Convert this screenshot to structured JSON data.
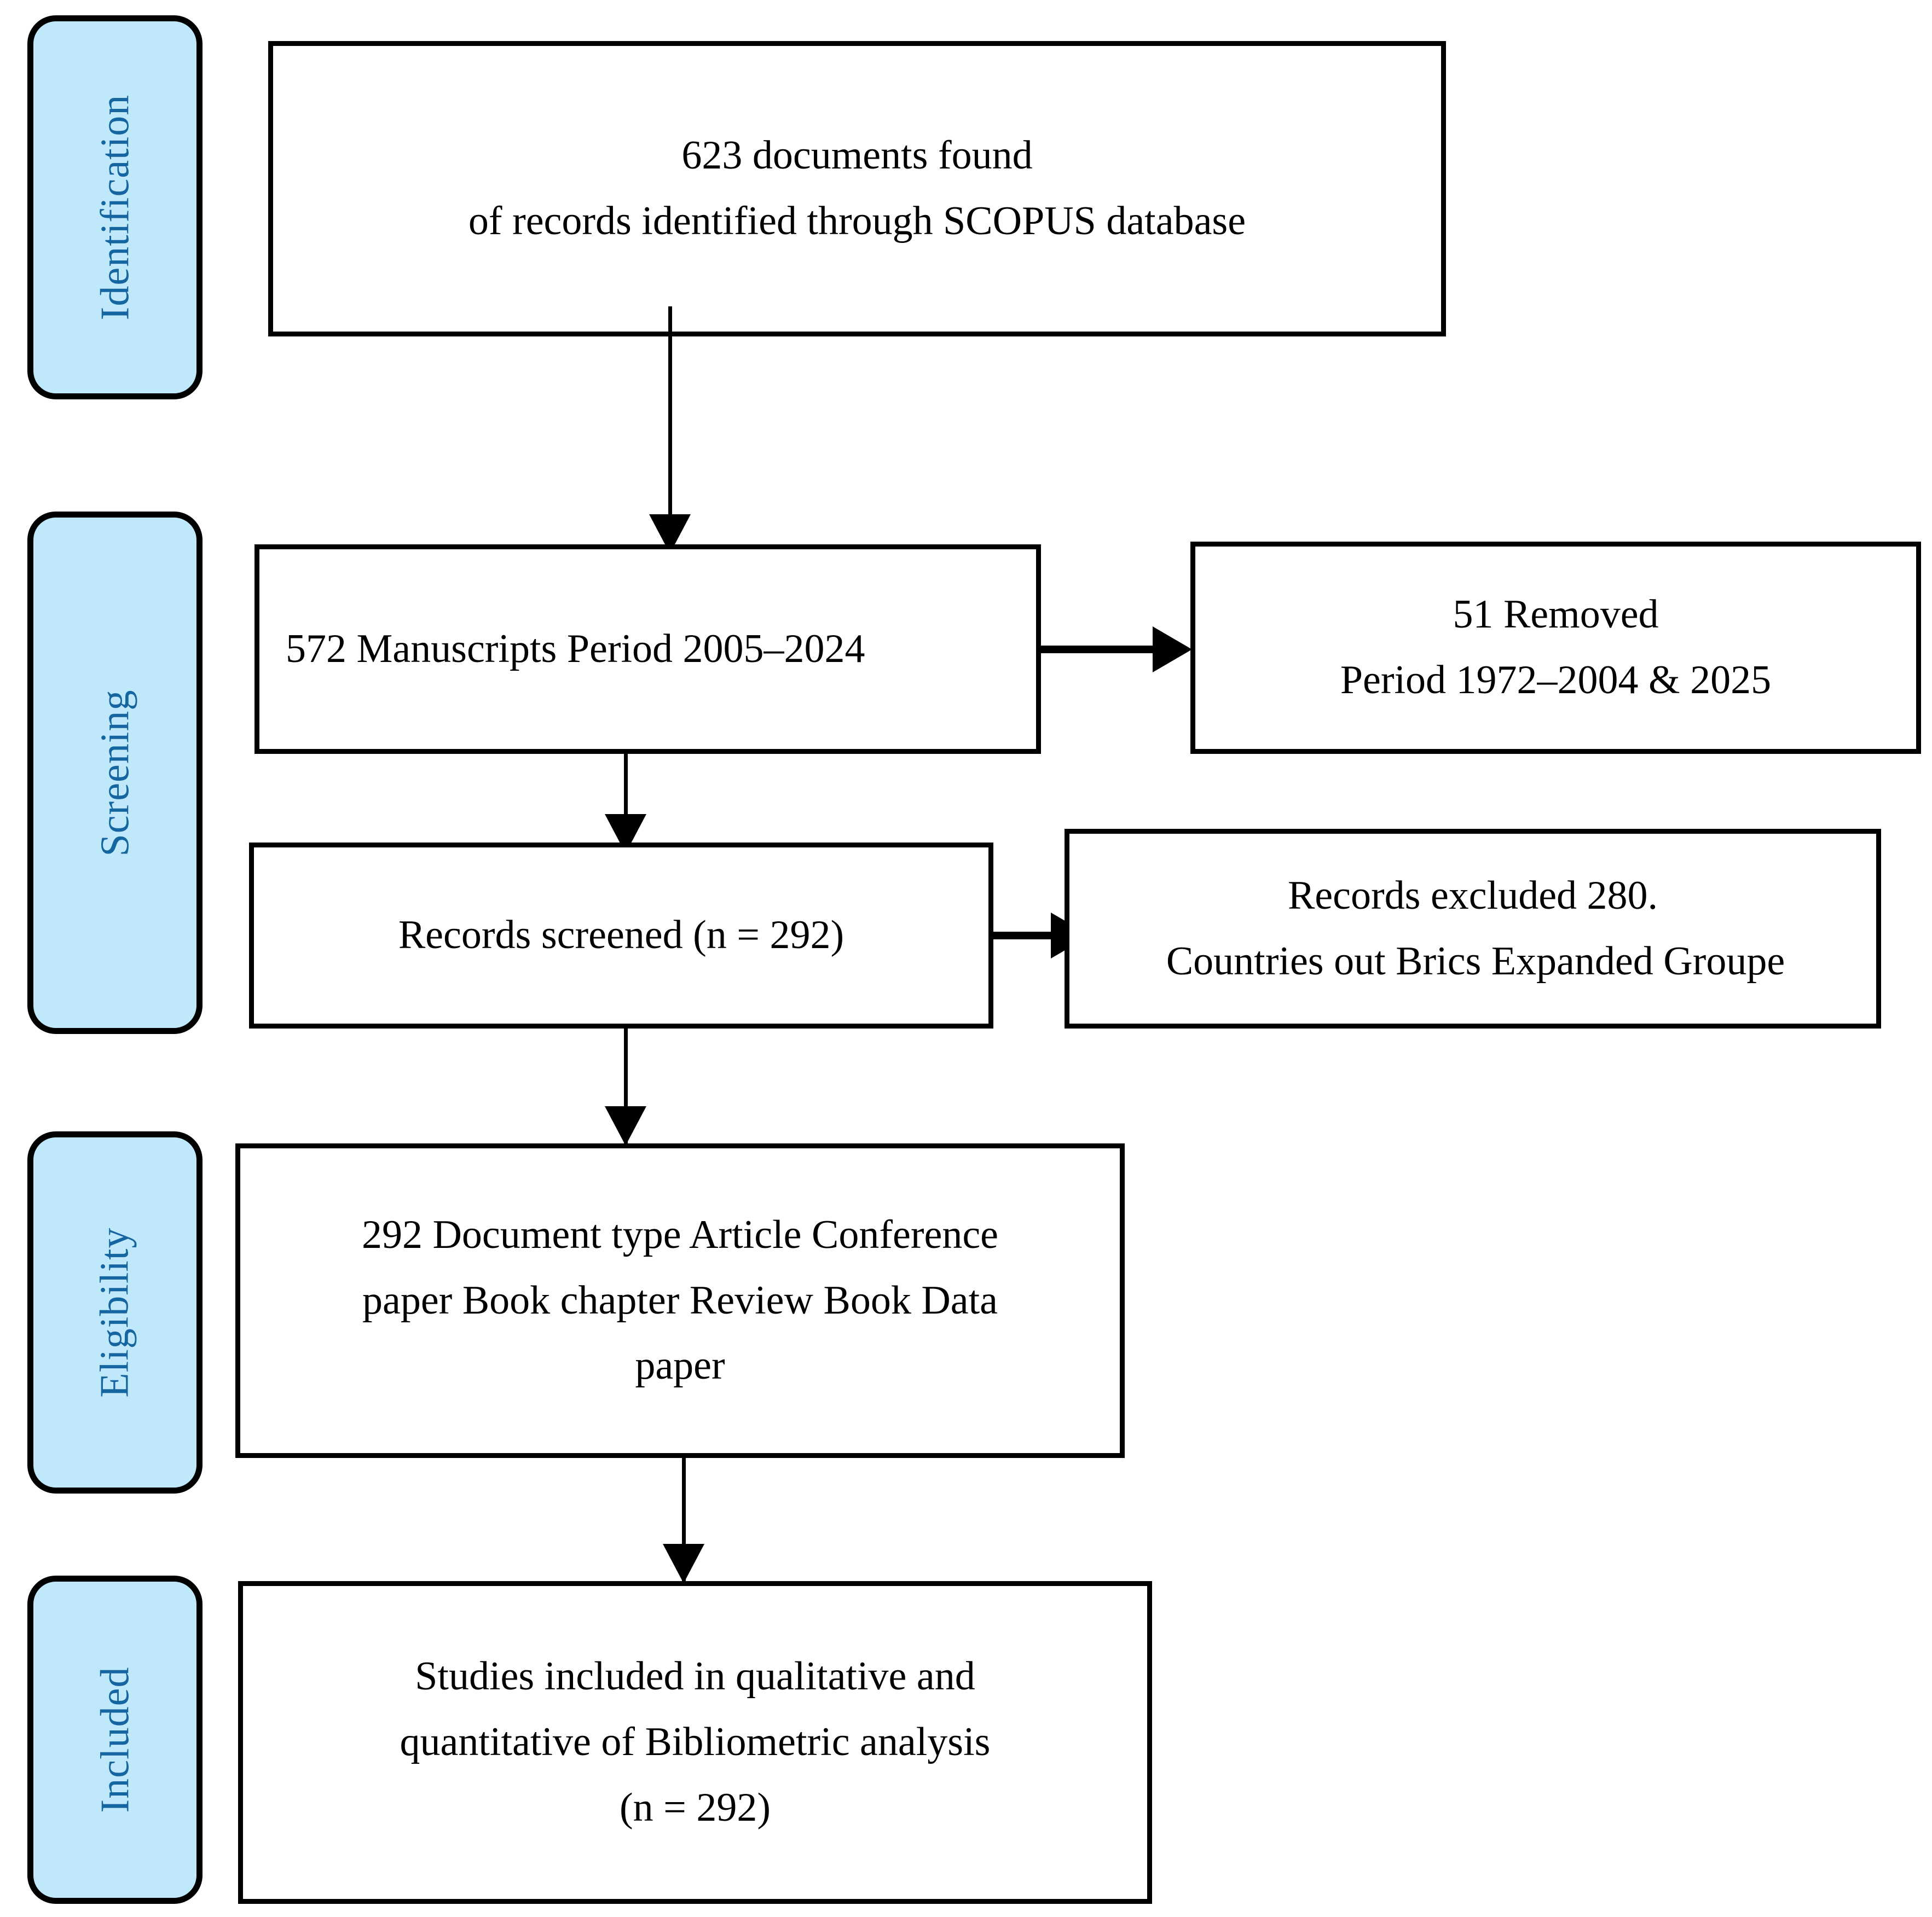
{
  "diagram": {
    "title": "PRISMA flow diagram",
    "colors": {
      "stage_fill": "#BFE8FA",
      "stage_text": "#1565A0",
      "border": "#000000",
      "box_fill": "#FFFFFF",
      "box_text": "#000000"
    }
  },
  "stages": [
    {
      "id": "identification",
      "label": "Identification"
    },
    {
      "id": "screening",
      "label": "Screening"
    },
    {
      "id": "eligibility",
      "label": "Eligibility"
    },
    {
      "id": "included",
      "label": "Included"
    }
  ],
  "boxes": {
    "identification": {
      "line1": "623 documents found",
      "line2": "of records identified through SCOPUS database"
    },
    "manuscripts": {
      "line1": "572 Manuscripts Period 2005–2024"
    },
    "removed": {
      "line1": "51 Removed",
      "line2": "Period 1972–2004 & 2025"
    },
    "records_screened": {
      "line1": "Records screened (n = 292)"
    },
    "records_excluded": {
      "line1": "Records excluded 280.",
      "line2": "Countries out Brics Expanded Groupe"
    },
    "document_types": {
      "line1": "292 Document type Article Conference",
      "line2": "paper Book chapter Review Book Data",
      "line3": "paper"
    },
    "studies_included": {
      "line1": "Studies included in qualitative and",
      "line2": "quantitative of Bibliometric analysis",
      "line3": "(n = 292)"
    }
  },
  "counts": {
    "documents_found": 623,
    "manuscripts_in_period": 572,
    "removed_out_of_period": 51,
    "records_screened": 292,
    "records_excluded": 280,
    "document_type_records": 292,
    "studies_included": 292
  }
}
